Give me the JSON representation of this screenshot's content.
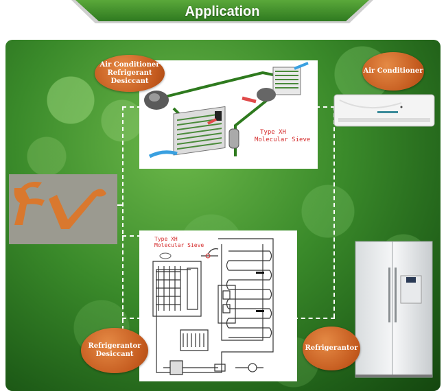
{
  "banner": {
    "title": "Application"
  },
  "ac_unit": {
    "diagram_label_line1": "Type XH",
    "diagram_label_line2": "Molecular Sieve",
    "desiccant_label": "Air Conditioner Refrigerant Desiccant",
    "device_label": "Air Conditioner"
  },
  "fridge_unit": {
    "diagram_label_line1": "Type XH",
    "diagram_label_line2": "Molecular Sieve",
    "desiccant_label": "Refrigerantor Desiccant",
    "device_label": "Refrigerantor"
  },
  "colors": {
    "banner_green": "#3f8f2a",
    "label_orange": "#c85f22",
    "diagram_red": "#d42a2a"
  },
  "icons": [
    "logo-fv-icon",
    "air-conditioner-icon",
    "refrigerator-icon"
  ]
}
